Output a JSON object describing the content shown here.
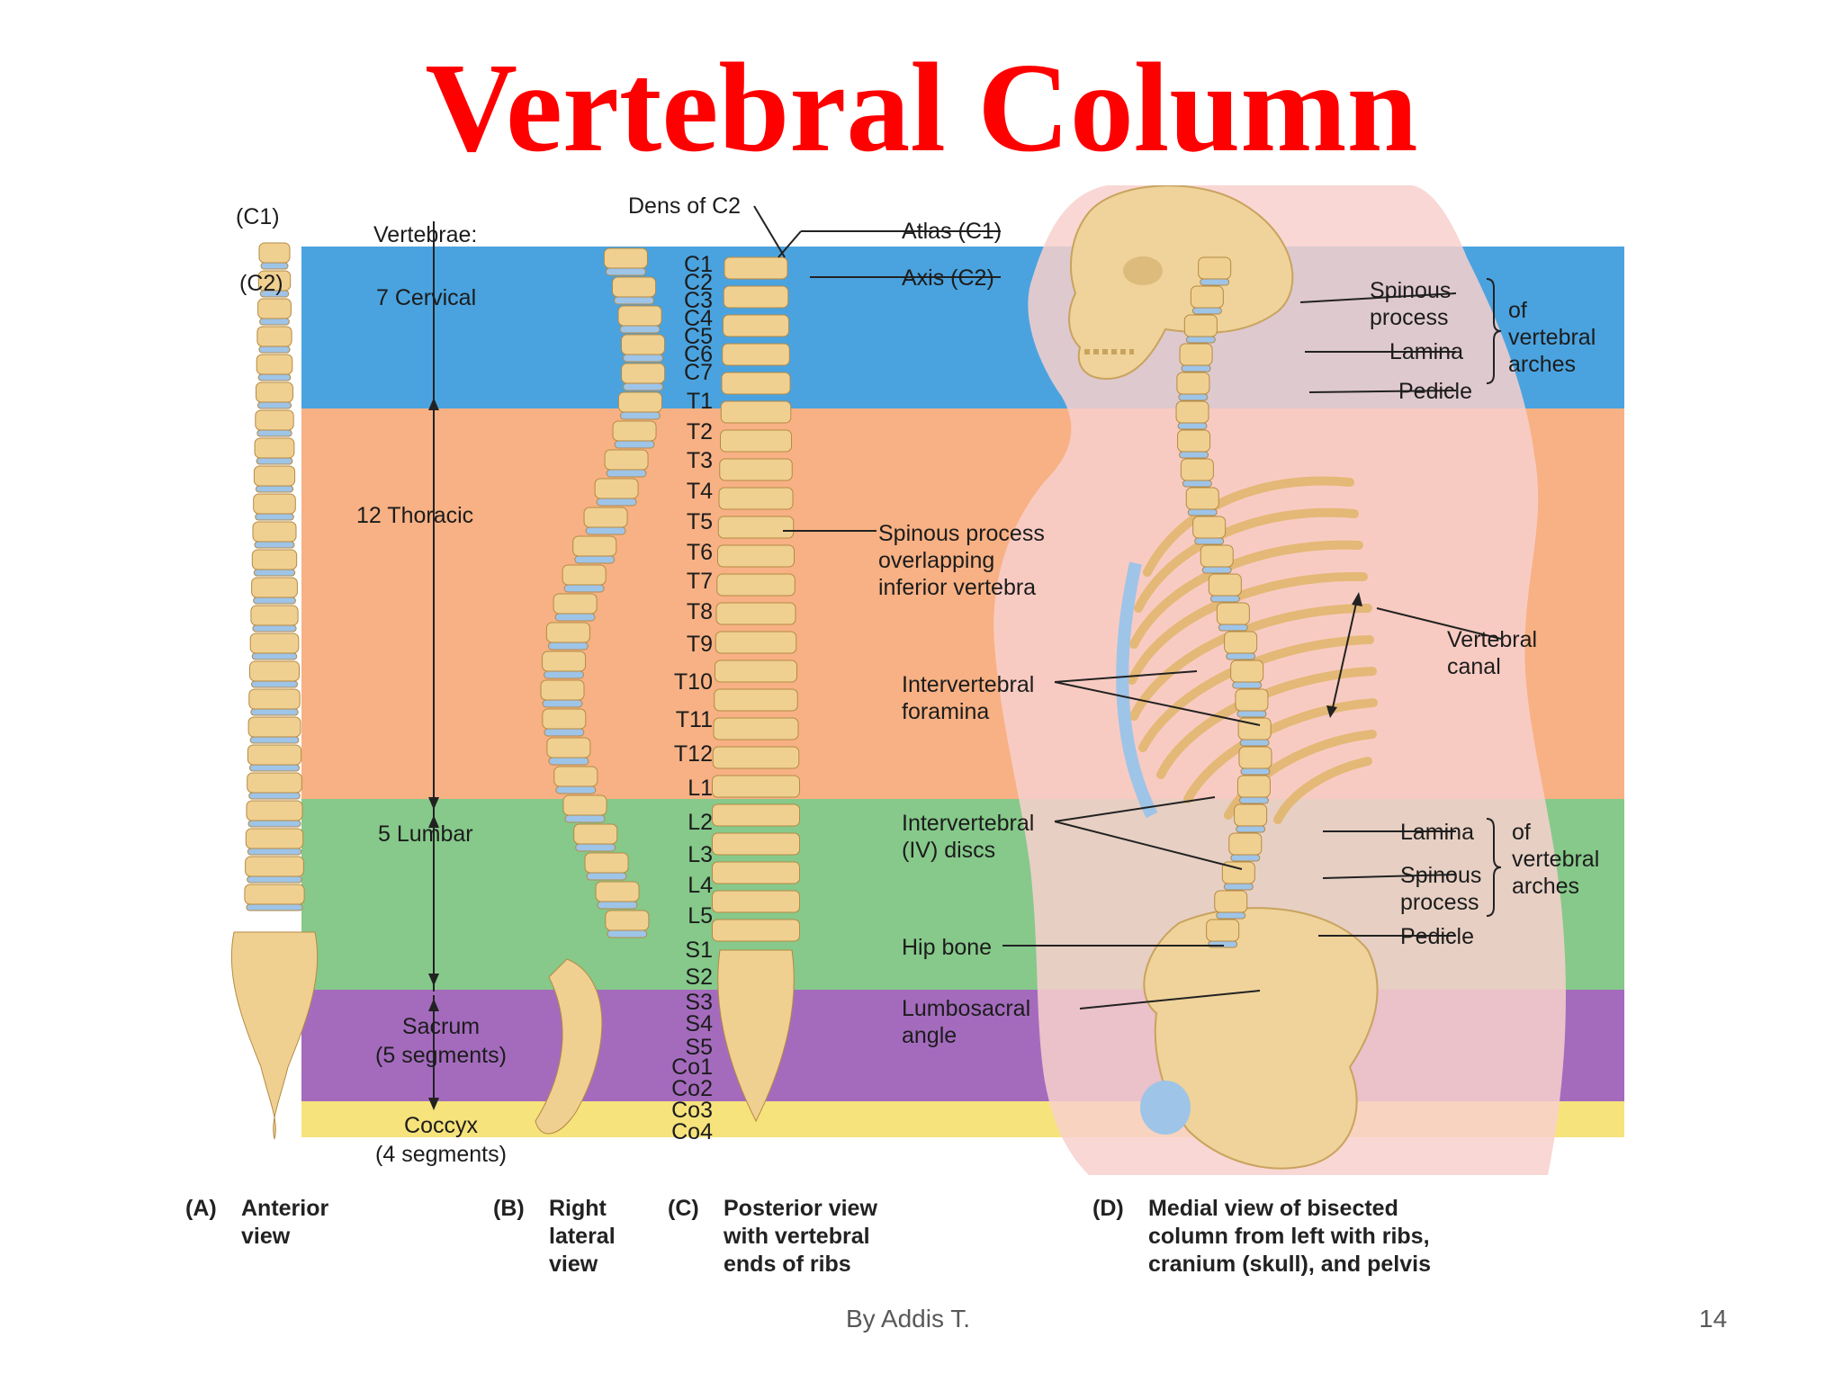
{
  "title": "Vertebral Column",
  "colors": {
    "title": "#ff0000",
    "cervical_band": "#4aa3df",
    "thoracic_band": "#f7b184",
    "lumbar_band": "#86c98a",
    "sacrum_band": "#a46bbd",
    "coccyx_band": "#f6e37c",
    "bone": "#f0d090",
    "disc": "#9ec4e8"
  },
  "figure": {
    "region_labels": {
      "vertebrae_heading": "Vertebrae:",
      "cervical": "7 Cervical",
      "thoracic": "12 Thoracic",
      "lumbar": "5 Lumbar",
      "sacrum_1": "Sacrum",
      "sacrum_2": "(5 segments)",
      "coccyx_1": "Coccyx",
      "coccyx_2": "(4 segments)"
    },
    "anterior_labels": {
      "c1": "(C1)",
      "c2": "(C2)"
    },
    "vertebra_labels": [
      "C1",
      "C2",
      "C3",
      "C4",
      "C5",
      "C6",
      "C7",
      "T1",
      "T2",
      "T3",
      "T4",
      "T5",
      "T6",
      "T7",
      "T8",
      "T9",
      "T10",
      "T11",
      "T12",
      "L1",
      "L2",
      "L3",
      "L4",
      "L5",
      "S1",
      "S2",
      "S3",
      "S4",
      "S5",
      "Co1",
      "Co2",
      "Co3",
      "Co4"
    ],
    "annotations": {
      "dens": "Dens of C2",
      "atlas": "Atlas (C1)",
      "axis": "Axis (C2)",
      "spinous_overlap_1": "Spinous process",
      "spinous_overlap_2": "overlapping",
      "spinous_overlap_3": "inferior vertebra",
      "iv_foramina_1": "Intervertebral",
      "iv_foramina_2": "foramina",
      "iv_discs_1": "Intervertebral",
      "iv_discs_2": "(IV) discs",
      "hip_bone": "Hip bone",
      "lumbosacral_1": "Lumbosacral",
      "lumbosacral_2": "angle",
      "vertebral_canal_1": "Vertebral",
      "vertebral_canal_2": "canal",
      "upper_spinous_1": "Spinous",
      "upper_spinous_2": "process",
      "upper_lamina": "Lamina",
      "upper_pedicle": "Pedicle",
      "upper_group_1": "of",
      "upper_group_2": "vertebral",
      "upper_group_3": "arches",
      "lower_lamina": "Lamina",
      "lower_spinous_1": "Spinous",
      "lower_spinous_2": "process",
      "lower_pedicle": "Pedicle",
      "lower_group_1": "of",
      "lower_group_2": "vertebral",
      "lower_group_3": "arches"
    },
    "captions": [
      {
        "key": "(A)",
        "text": "Anterior\nview"
      },
      {
        "key": "(B)",
        "text": "Right\nlateral\nview"
      },
      {
        "key": "(C)",
        "text": "Posterior view\nwith vertebral\nends of ribs"
      },
      {
        "key": "(D)",
        "text": "Medial view of bisected\ncolumn from left with ribs,\ncranium (skull), and pelvis"
      }
    ]
  },
  "footer": {
    "author": "By Addis T.",
    "page": "14"
  }
}
